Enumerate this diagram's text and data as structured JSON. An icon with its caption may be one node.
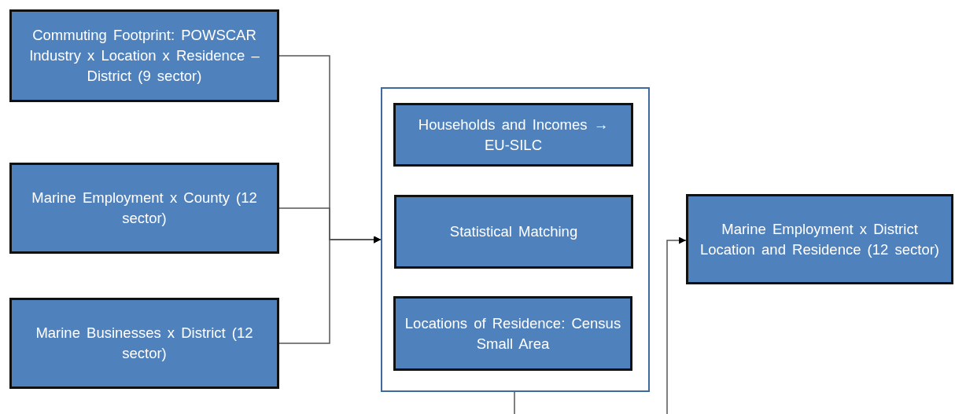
{
  "diagram": {
    "nodes": [
      {
        "text": [
          "Commuting Footprint: POWSCAR Industry x Location x Residence – District (9 sector)"
        ]
      },
      {
        "text": [
          "Marine Employment x County (12 sector)"
        ]
      },
      {
        "text": [
          "Marine Businesses x District (12 sector)"
        ]
      },
      {
        "text": [],
        "shape": "box"
      },
      {
        "text": [
          "Households and Incomes → EU-SILC"
        ],
        "in": 3
      },
      {
        "text": [
          "Statistical Matching"
        ],
        "in": 3
      },
      {
        "text": [
          "Locations of Residence: Census Small Area"
        ],
        "in": 3
      },
      {
        "text": [
          "Marine Employment x District Location and Residence (12 sector)"
        ]
      }
    ],
    "edges": [
      {
        "from": 0,
        "to": 3,
        "arrow": "to"
      },
      {
        "from": 1,
        "to": 3,
        "arrow": "to"
      },
      {
        "from": 2,
        "to": 3,
        "arrow": "to"
      },
      {
        "from": 3,
        "to": null,
        "arrow": "none"
      },
      {
        "from": null,
        "to": 7,
        "arrow": "to"
      }
    ]
  }
}
